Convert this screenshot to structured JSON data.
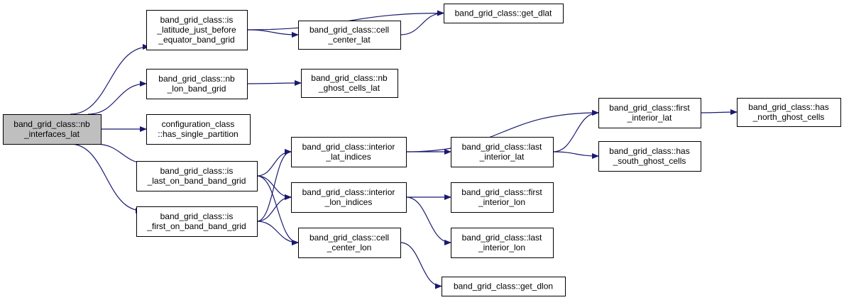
{
  "colors": {
    "edge": "#191970",
    "node_fill": "#ffffff",
    "root_fill": "#bfbfbf",
    "node_stroke": "#000000"
  },
  "nodes": [
    {
      "id": "root",
      "lines": [
        "band_grid_class::nb",
        "_interfaces_lat"
      ],
      "highlight": true
    },
    {
      "id": "is_lat_before",
      "lines": [
        "band_grid_class::is",
        "_latitude_just_before",
        "_equator_band_grid"
      ]
    },
    {
      "id": "nb_lon",
      "lines": [
        "band_grid_class::nb",
        "_lon_band_grid"
      ]
    },
    {
      "id": "config",
      "lines": [
        "configuration_class",
        "::has_single_partition"
      ]
    },
    {
      "id": "is_last",
      "lines": [
        "band_grid_class::is",
        "_last_on_band_band_grid"
      ]
    },
    {
      "id": "is_first",
      "lines": [
        "band_grid_class::is",
        "_first_on_band_band_grid"
      ]
    },
    {
      "id": "cell_lat",
      "lines": [
        "band_grid_class::cell",
        "_center_lat"
      ]
    },
    {
      "id": "get_dlat",
      "lines": [
        "band_grid_class::get_dlat"
      ]
    },
    {
      "id": "nb_ghost",
      "lines": [
        "band_grid_class::nb",
        "_ghost_cells_lat"
      ]
    },
    {
      "id": "int_lat_idx",
      "lines": [
        "band_grid_class::interior",
        "_lat_indices"
      ]
    },
    {
      "id": "int_lon_idx",
      "lines": [
        "band_grid_class::interior",
        "_lon_indices"
      ]
    },
    {
      "id": "cell_lon",
      "lines": [
        "band_grid_class::cell",
        "_center_lon"
      ]
    },
    {
      "id": "get_dlon",
      "lines": [
        "band_grid_class::get_dlon"
      ]
    },
    {
      "id": "last_int_lat",
      "lines": [
        "band_grid_class::last",
        "_interior_lat"
      ]
    },
    {
      "id": "first_int_lon",
      "lines": [
        "band_grid_class::first",
        "_interior_lon"
      ]
    },
    {
      "id": "last_int_lon",
      "lines": [
        "band_grid_class::last",
        "_interior_lon"
      ]
    },
    {
      "id": "first_int_lat",
      "lines": [
        "band_grid_class::first",
        "_interior_lat"
      ]
    },
    {
      "id": "south_ghost",
      "lines": [
        "band_grid_class::has",
        "_south_ghost_cells"
      ]
    },
    {
      "id": "north_ghost",
      "lines": [
        "band_grid_class::has",
        "_north_ghost_cells"
      ]
    }
  ],
  "edges": [
    [
      "root",
      "is_lat_before"
    ],
    [
      "root",
      "nb_lon"
    ],
    [
      "root",
      "config"
    ],
    [
      "root",
      "is_last"
    ],
    [
      "root",
      "is_first"
    ],
    [
      "is_lat_before",
      "get_dlat"
    ],
    [
      "is_lat_before",
      "cell_lat"
    ],
    [
      "cell_lat",
      "get_dlat"
    ],
    [
      "nb_lon",
      "nb_ghost"
    ],
    [
      "is_last",
      "int_lat_idx"
    ],
    [
      "is_last",
      "int_lon_idx"
    ],
    [
      "is_last",
      "cell_lon"
    ],
    [
      "is_first",
      "int_lat_idx"
    ],
    [
      "is_first",
      "int_lon_idx"
    ],
    [
      "is_first",
      "cell_lon"
    ],
    [
      "int_lat_idx",
      "first_int_lat"
    ],
    [
      "int_lat_idx",
      "last_int_lat"
    ],
    [
      "last_int_lat",
      "first_int_lat"
    ],
    [
      "last_int_lat",
      "south_ghost"
    ],
    [
      "first_int_lat",
      "north_ghost"
    ],
    [
      "int_lon_idx",
      "first_int_lon"
    ],
    [
      "int_lon_idx",
      "last_int_lon"
    ],
    [
      "cell_lon",
      "get_dlon"
    ]
  ]
}
